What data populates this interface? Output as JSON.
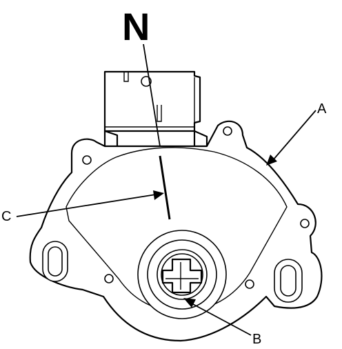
{
  "position_label": "N",
  "callouts": {
    "a": "A",
    "b": "B",
    "c": "C"
  },
  "colors": {
    "line": "#000000",
    "background": "#ffffff"
  }
}
